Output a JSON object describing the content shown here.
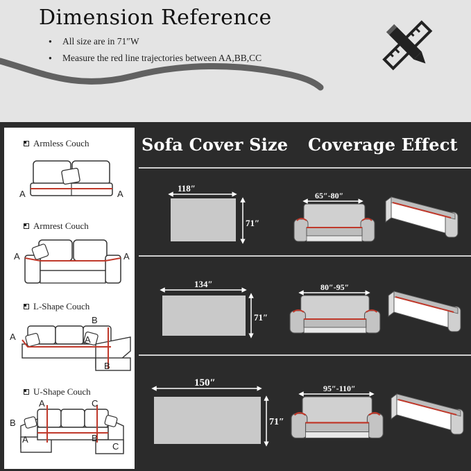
{
  "header": {
    "title": "Dimension Reference",
    "bullets": [
      "All size are in 71″W",
      "Measure the red line trajectories between AA,BB,CC"
    ]
  },
  "couches": [
    {
      "label": "Armless Couch",
      "markers": [
        "A",
        "A"
      ]
    },
    {
      "label": "Armrest Couch",
      "markers": [
        "A",
        "A"
      ]
    },
    {
      "label": "L-Shape Couch",
      "markers": [
        "A",
        "A",
        "B",
        "B"
      ]
    },
    {
      "label": "U-Shape Couch",
      "markers": [
        "A",
        "A",
        "B",
        "B",
        "C",
        "C"
      ]
    }
  ],
  "columns": {
    "size": "Sofa Cover Size",
    "effect": "Coverage Effect"
  },
  "rows": [
    {
      "cover_width": "118″",
      "cover_height": "71″",
      "fit_range": "65″-80″"
    },
    {
      "cover_width": "134″",
      "cover_height": "71″",
      "fit_range": "80″-95″"
    },
    {
      "cover_width": "150″",
      "cover_height": "71″",
      "fit_range": "95″-110″"
    }
  ],
  "colors": {
    "accent_red": "#c0392b",
    "dark_bg": "#2b2b2b",
    "light_bg": "#e4e4e4"
  }
}
